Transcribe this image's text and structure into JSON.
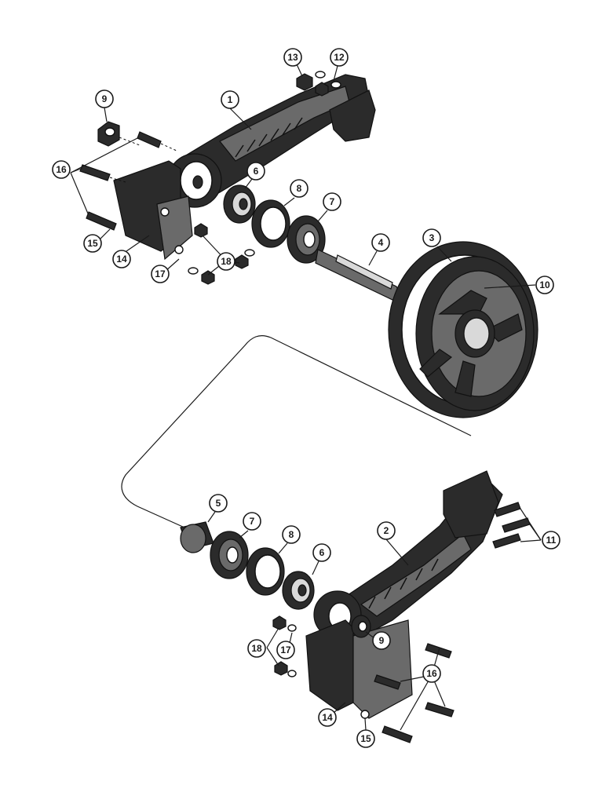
{
  "callouts": {
    "c1": "1",
    "c2": "2",
    "c3": "3",
    "c4": "4",
    "c5": "5",
    "c6_top": "6",
    "c6_bot": "6",
    "c7_top": "7",
    "c7_bot": "7",
    "c8_top": "8",
    "c8_bot": "8",
    "c9_top": "9",
    "c9_bot": "9",
    "c10": "10",
    "c11": "11",
    "c12": "12",
    "c13": "13",
    "c14_top": "14",
    "c14_bot": "14",
    "c15_top": "15",
    "c15_bot": "15",
    "c16_top": "16",
    "c16_bot": "16",
    "c17_top": "17",
    "c17_bot": "17",
    "c18_top": "18",
    "c18_bot": "18"
  }
}
